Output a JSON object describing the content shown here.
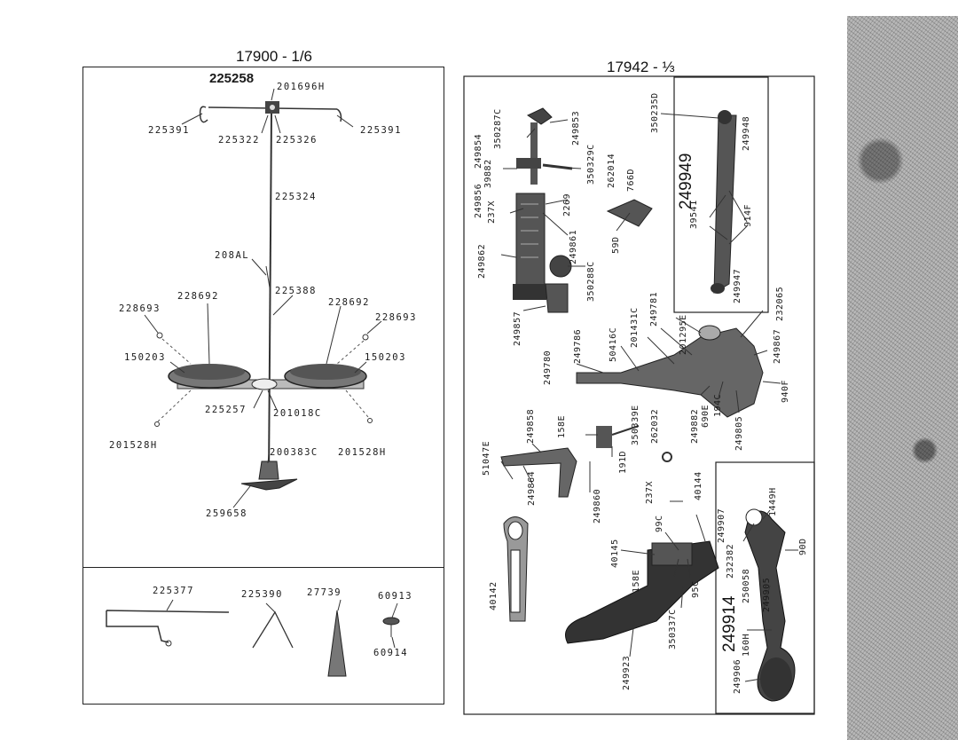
{
  "left_section": {
    "title": "17900 - 1/6",
    "part_number": "225258",
    "labels": {
      "l_201696H": "201696H",
      "l_225391a": "225391",
      "l_225391b": "225391",
      "l_225322": "225322",
      "l_225326": "225326",
      "l_225324": "225324",
      "l_208AL": "208AL",
      "l_228692a": "228692",
      "l_228692b": "228692",
      "l_225388": "225388",
      "l_228693a": "228693",
      "l_228693b": "228693",
      "l_150203a": "150203",
      "l_150203b": "150203",
      "l_225257": "225257",
      "l_201018C": "201018C",
      "l_201528Ha": "201528H",
      "l_201528Hb": "201528H",
      "l_200383C": "200383C",
      "l_259658": "259658"
    },
    "accessories": {
      "l_225377": "225377",
      "l_225390": "225390",
      "l_27739": "27739",
      "l_60913": "60913",
      "l_60914": "60914"
    }
  },
  "right_section": {
    "title": "17942 - ⅓",
    "attachment_249949": "249949",
    "attachment_249914": "249914",
    "labels": {
      "r_350287C": "350287C",
      "r_249853": "249853",
      "r_249854": "249854",
      "r_39882": "39882",
      "r_350329C": "350329C",
      "r_249856": "249856",
      "r_237X": "237X",
      "r_262014": "262014",
      "r_766D": "766D",
      "r_2269": "2269",
      "r_249861": "249861",
      "r_59D": "59D",
      "r_249862": "249862",
      "r_350288C": "350288C",
      "r_249857": "249857",
      "r_350235D": "350235D",
      "r_249948": "249948",
      "r_39541": "39541",
      "r_914F": "914F",
      "r_249947": "249947",
      "r_249781": "249781",
      "r_232065": "232065",
      "r_201431C": "201431C",
      "r_201295E": "201295E",
      "r_249867": "249867",
      "r_504160": "50416C",
      "r_249786": "249786",
      "r_249780": "249780",
      "r_940F": "940F",
      "r_249882": "249882",
      "r_690E": "690E",
      "r_1940": "194C",
      "r_249805": "249805",
      "r_249858": "249858",
      "r_1588": "158E",
      "r_350339E": "350339E",
      "r_262032": "262032",
      "r_51047E": "51047E",
      "r_191D": "191D",
      "r_249864": "249864",
      "r_249860": "249860",
      "r_237X_b": "237X",
      "r_40144": "40144",
      "r_40142": "40142",
      "r_40145": "40145",
      "r_99C": "99C",
      "r_1588b": "158E",
      "r_95C": "95C",
      "r_350337C": "350337C",
      "r_249923": "249923",
      "r_249907": "249907",
      "r_1449H": "1449H",
      "r_232382": "232382",
      "r_90D": "90D",
      "r_250058": "250058",
      "r_249905": "249905",
      "r_160H": "160H",
      "r_249906": "249906"
    }
  }
}
